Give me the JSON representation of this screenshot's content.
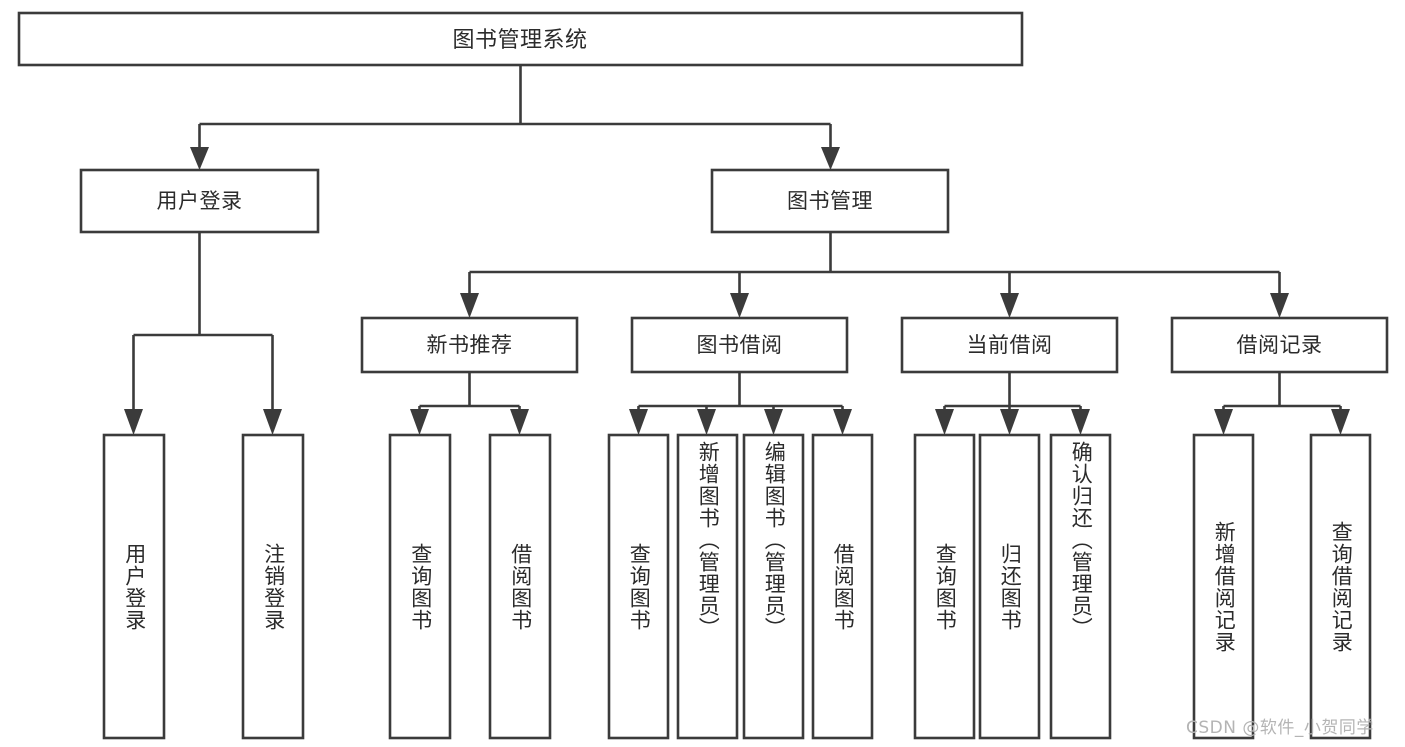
{
  "diagram": {
    "type": "tree",
    "title": "图书管理系统",
    "theme": {
      "background": "#ffffff",
      "box_fill": "#ffffff",
      "box_stroke": "#3b3b3b",
      "text_color": "#2b2b2b",
      "watermark_color": "#b4b4b4"
    },
    "levels": {
      "root": {
        "label": "图书管理系统"
      },
      "level2": [
        {
          "label": "用户登录"
        },
        {
          "label": "图书管理"
        }
      ],
      "level3": [
        {
          "label": "新书推荐"
        },
        {
          "label": "图书借阅"
        },
        {
          "label": "当前借阅"
        },
        {
          "label": "借阅记录"
        }
      ],
      "leaves": {
        "user_login": [
          {
            "label": "用户登录"
          },
          {
            "label": "注销登录"
          }
        ],
        "new_book_recommend": [
          {
            "label": "查询图书"
          },
          {
            "label": "借阅图书"
          }
        ],
        "book_borrow": [
          {
            "label": "查询图书"
          },
          {
            "label": "新增图书（管理员）"
          },
          {
            "label": "编辑图书（管理员）"
          },
          {
            "label": "借阅图书"
          }
        ],
        "current_borrow": [
          {
            "label": "查询图书"
          },
          {
            "label": "归还图书"
          },
          {
            "label": "确认归还（管理员）"
          }
        ],
        "borrow_record": [
          {
            "label": "新增借阅记录"
          },
          {
            "label": "查询借阅记录"
          }
        ]
      }
    },
    "edges": [
      {
        "from": "图书管理系统",
        "to": "用户登录"
      },
      {
        "from": "图书管理系统",
        "to": "图书管理"
      },
      {
        "from": "图书管理",
        "to": "新书推荐"
      },
      {
        "from": "图书管理",
        "to": "图书借阅"
      },
      {
        "from": "图书管理",
        "to": "当前借阅"
      },
      {
        "from": "图书管理",
        "to": "借阅记录"
      },
      {
        "from": "用户登录",
        "to": "用户登录"
      },
      {
        "from": "用户登录",
        "to": "注销登录"
      },
      {
        "from": "新书推荐",
        "to": "查询图书"
      },
      {
        "from": "新书推荐",
        "to": "借阅图书"
      },
      {
        "from": "图书借阅",
        "to": "查询图书"
      },
      {
        "from": "图书借阅",
        "to": "新增图书（管理员）"
      },
      {
        "from": "图书借阅",
        "to": "编辑图书（管理员）"
      },
      {
        "from": "图书借阅",
        "to": "借阅图书"
      },
      {
        "from": "当前借阅",
        "to": "查询图书"
      },
      {
        "from": "当前借阅",
        "to": "归还图书"
      },
      {
        "from": "当前借阅",
        "to": "确认归还（管理员）"
      },
      {
        "from": "借阅记录",
        "to": "新增借阅记录"
      },
      {
        "from": "借阅记录",
        "to": "查询借阅记录"
      }
    ]
  },
  "watermark": {
    "text": "CSDN @软件_小贺同学"
  }
}
